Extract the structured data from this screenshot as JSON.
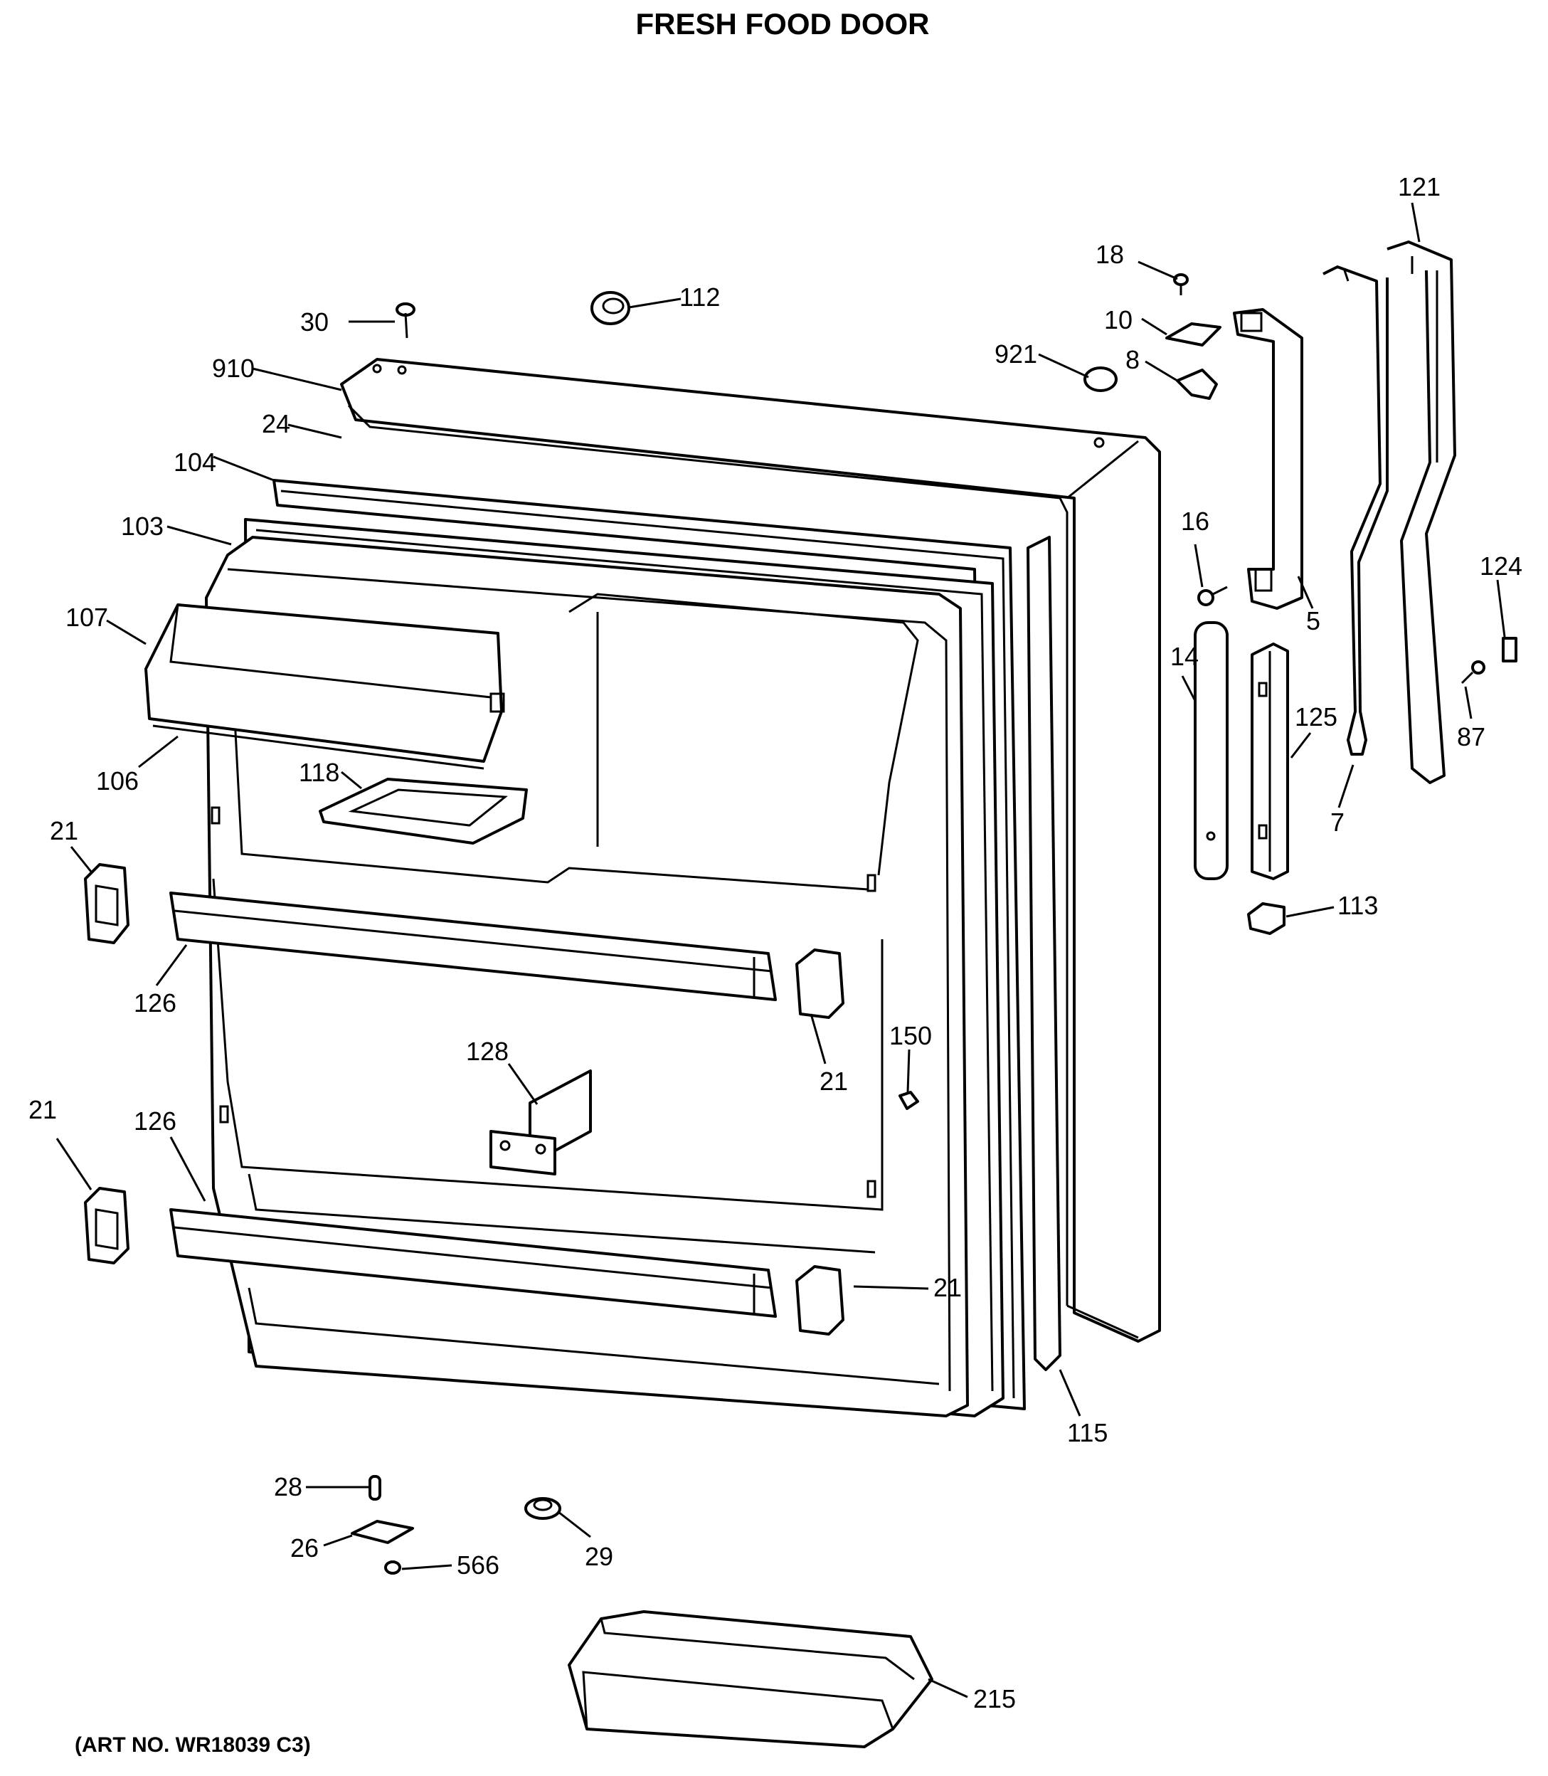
{
  "title": "FRESH FOOD DOOR",
  "art_no": "(ART NO. WR18039 C3)",
  "callouts": [
    {
      "id": "c-121",
      "label": "121"
    },
    {
      "id": "c-18",
      "label": "18"
    },
    {
      "id": "c-112",
      "label": "112"
    },
    {
      "id": "c-30",
      "label": "30"
    },
    {
      "id": "c-10",
      "label": "10"
    },
    {
      "id": "c-921",
      "label": "921"
    },
    {
      "id": "c-8",
      "label": "8"
    },
    {
      "id": "c-910",
      "label": "910"
    },
    {
      "id": "c-24",
      "label": "24"
    },
    {
      "id": "c-104",
      "label": "104"
    },
    {
      "id": "c-103",
      "label": "103"
    },
    {
      "id": "c-16",
      "label": "16"
    },
    {
      "id": "c-124",
      "label": "124"
    },
    {
      "id": "c-107",
      "label": "107"
    },
    {
      "id": "c-5",
      "label": "5"
    },
    {
      "id": "c-14",
      "label": "14"
    },
    {
      "id": "c-125",
      "label": "125"
    },
    {
      "id": "c-87",
      "label": "87"
    },
    {
      "id": "c-106",
      "label": "106"
    },
    {
      "id": "c-118",
      "label": "118"
    },
    {
      "id": "c-7",
      "label": "7"
    },
    {
      "id": "c-21a",
      "label": "21"
    },
    {
      "id": "c-113",
      "label": "113"
    },
    {
      "id": "c-126a",
      "label": "126"
    },
    {
      "id": "c-150",
      "label": "150"
    },
    {
      "id": "c-128",
      "label": "128"
    },
    {
      "id": "c-21b",
      "label": "21"
    },
    {
      "id": "c-21c",
      "label": "21"
    },
    {
      "id": "c-126b",
      "label": "126"
    },
    {
      "id": "c-21d",
      "label": "21"
    },
    {
      "id": "c-115",
      "label": "115"
    },
    {
      "id": "c-28",
      "label": "28"
    },
    {
      "id": "c-26",
      "label": "26"
    },
    {
      "id": "c-566",
      "label": "566"
    },
    {
      "id": "c-29",
      "label": "29"
    },
    {
      "id": "c-215",
      "label": "215"
    }
  ]
}
